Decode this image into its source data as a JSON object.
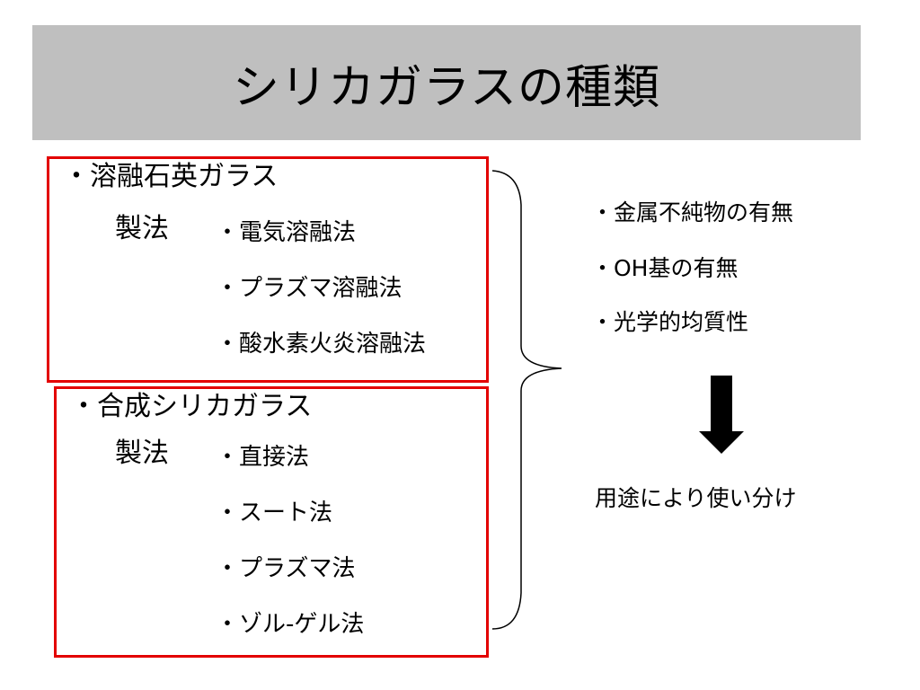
{
  "title": "シリカガラスの種類",
  "fused_quartz": {
    "heading": "・溶融石英ガラス",
    "method_label": "製法",
    "methods": [
      "・電気溶融法",
      "・プラズマ溶融法",
      "・酸水素火炎溶融法"
    ]
  },
  "synthetic_silica": {
    "heading": "・合成シリカガラス",
    "method_label": "製法",
    "methods": [
      "・直接法",
      "・スート法",
      "・プラズマ法",
      "・ゾル-ゲル法"
    ]
  },
  "differences": [
    "・金属不純物の有無",
    "・OH基の有無",
    "・光学的均質性"
  ],
  "conclusion": "用途により使い分け",
  "colors": {
    "title_bg": "#bfbfbf",
    "box_border": "#e30000",
    "arrow": "#000000"
  }
}
